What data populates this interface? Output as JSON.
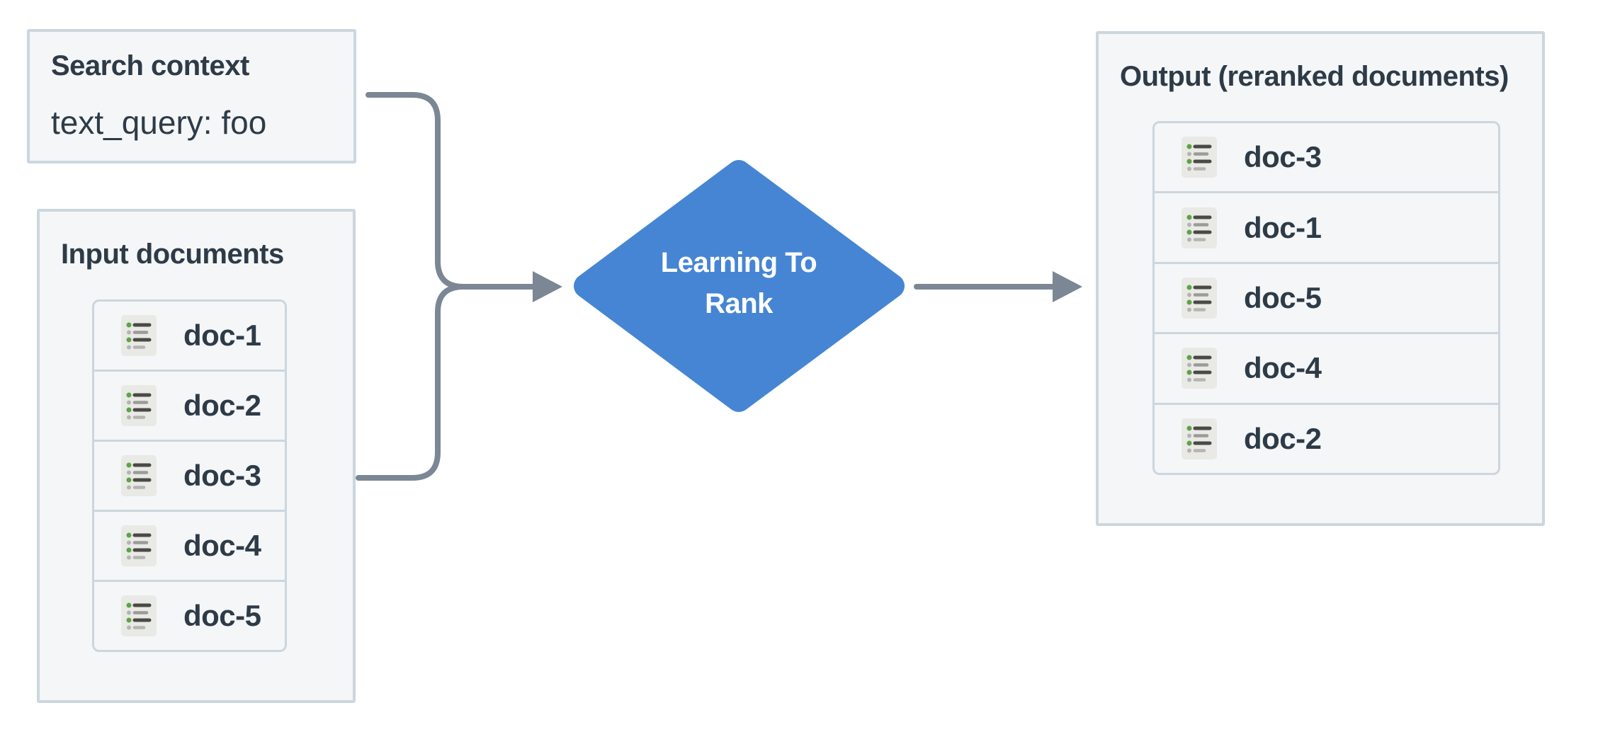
{
  "search_context": {
    "title": "Search context",
    "value": "text_query: foo"
  },
  "input_documents": {
    "title": "Input documents",
    "docs": [
      "doc-1",
      "doc-2",
      "doc-3",
      "doc-4",
      "doc-5"
    ]
  },
  "process_node": {
    "line1": "Learning To",
    "line2": "Rank"
  },
  "output_documents": {
    "title": "Output (reranked documents)",
    "docs": [
      "doc-3",
      "doc-1",
      "doc-5",
      "doc-4",
      "doc-2"
    ]
  },
  "icons": {
    "doc_row_icon": "document-lines-icon"
  },
  "colors": {
    "panel_bg": "#f4f6f8",
    "panel_border": "#ccd6de",
    "text_dark": "#2e3b47",
    "connector": "#7b8794",
    "diamond": "#4685d4",
    "diamond_text": "#ffffff",
    "icon_bg": "#e9e9e6",
    "icon_green": "#5da344",
    "icon_gray": "#b4b4b0",
    "icon_line_dark": "#4a4a45",
    "icon_line_gray": "#9b9b97"
  }
}
